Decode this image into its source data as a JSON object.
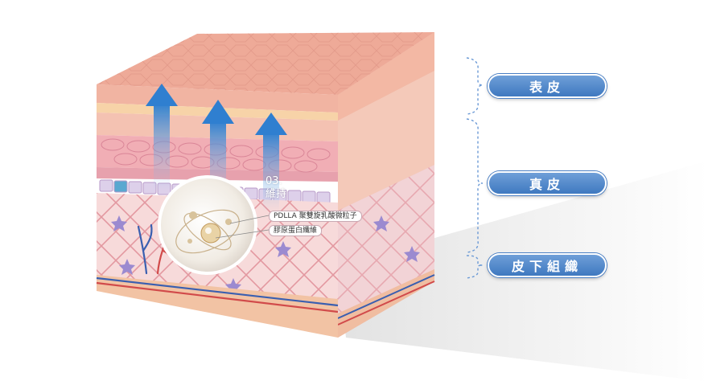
{
  "layers": [
    {
      "label": "表皮"
    },
    {
      "label": "真皮"
    },
    {
      "label": "皮下組織"
    }
  ],
  "step": {
    "number": "03.",
    "label": "維持"
  },
  "callouts": {
    "particle": "PDLLA 聚雙旋乳酸微粒子",
    "collagen": "膠原蛋白纖維"
  },
  "colors": {
    "label_pill": "#4a7fc4",
    "bracket": "#6b9ad6",
    "arrow": "#2f7fd0",
    "epidermis": "#f0b3a5",
    "dermis": "#f6d6d6",
    "fiber": "#d97a86",
    "subcutis": "#f3c5a3"
  }
}
